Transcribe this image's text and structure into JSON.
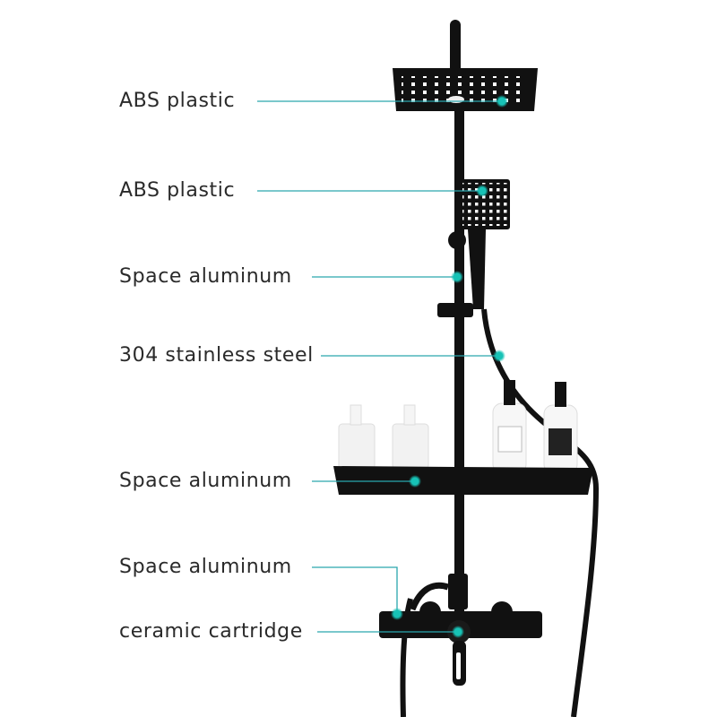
{
  "callouts": [
    {
      "label": "ABS plastic"
    },
    {
      "label": "ABS plastic"
    },
    {
      "label": "Space aluminum"
    },
    {
      "label": "304 stainless steel"
    },
    {
      "label": "Space aluminum"
    },
    {
      "label": "Space aluminum"
    },
    {
      "label": "ceramic cartridge"
    }
  ],
  "colors": {
    "leader": "#2aa6ae",
    "dot": "#17c2b6",
    "product": "#111111"
  }
}
